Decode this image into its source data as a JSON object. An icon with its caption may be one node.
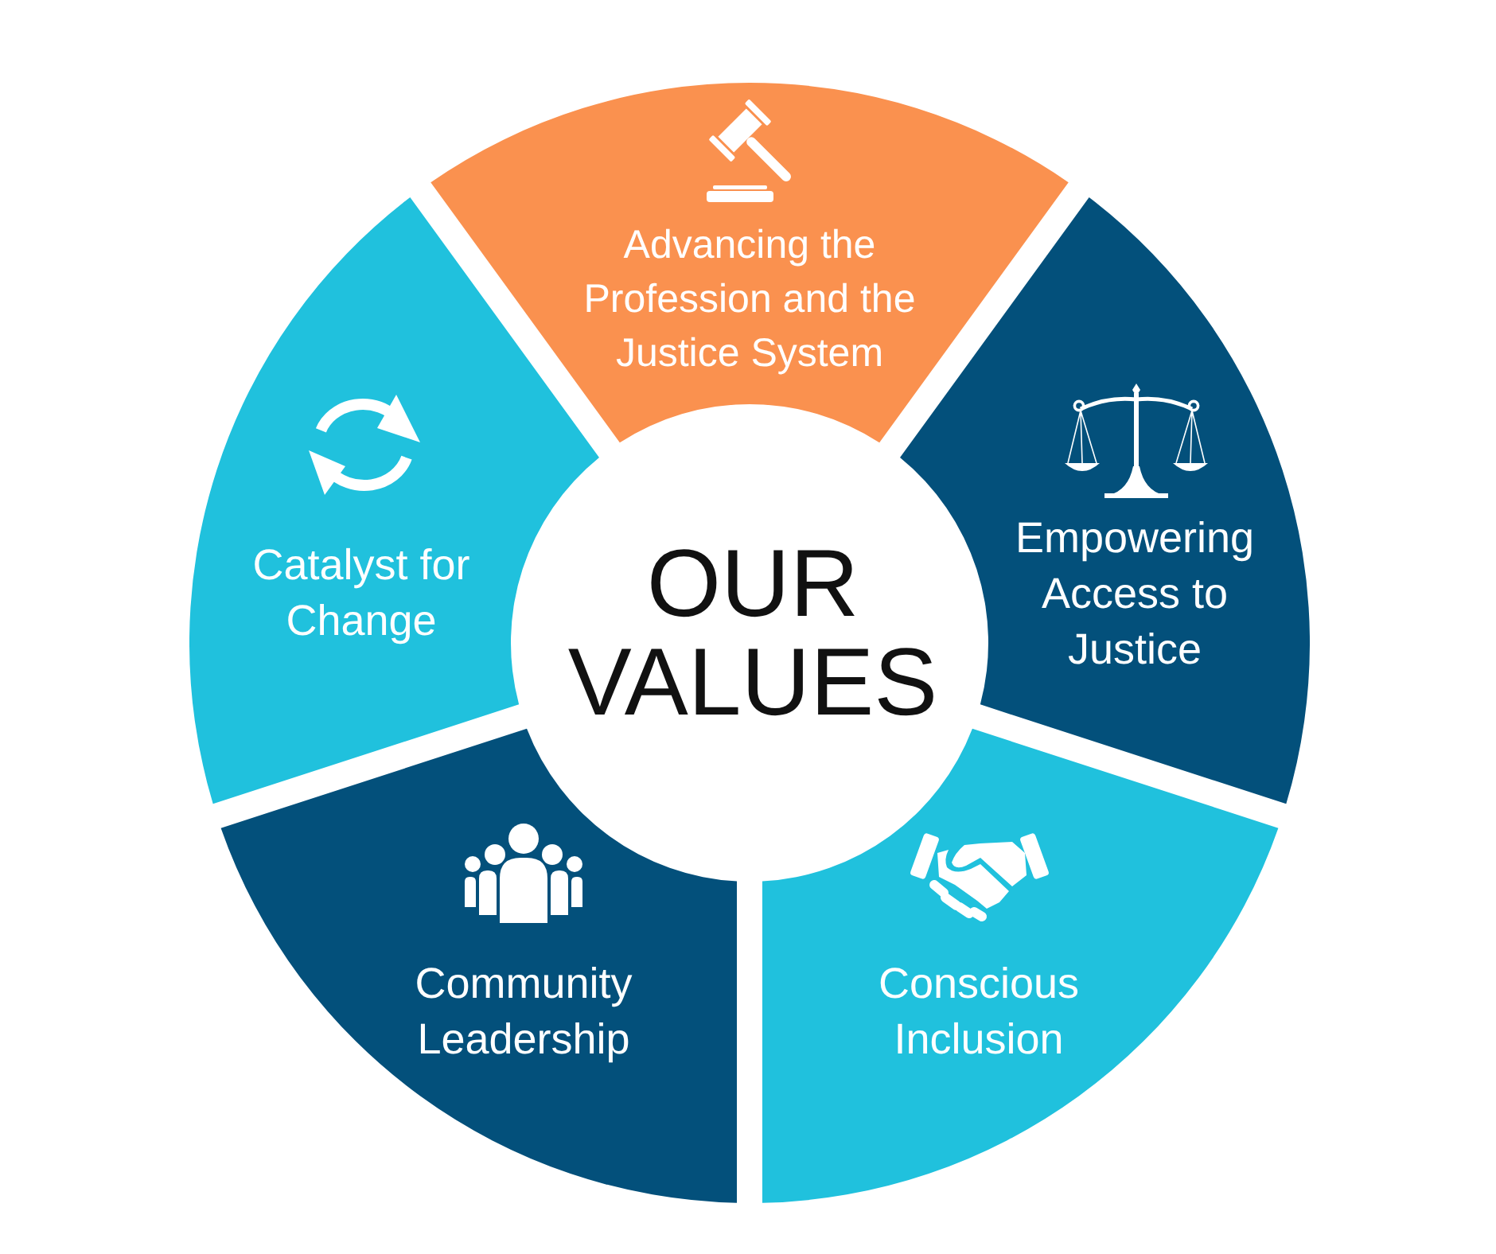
{
  "diagram": {
    "nodes": [
      {
        "text": [
          "OUR VALUES"
        ]
      },
      {
        "text": [
          "Advancing the Profession and the Justice System"
        ]
      },
      {
        "text": [
          "Empowering Access to Justice"
        ]
      },
      {
        "text": [
          "Conscious Inclusion"
        ]
      },
      {
        "text": [
          "Community Leadership"
        ]
      },
      {
        "text": [
          "Catalyst for Change"
        ]
      }
    ]
  }
}
